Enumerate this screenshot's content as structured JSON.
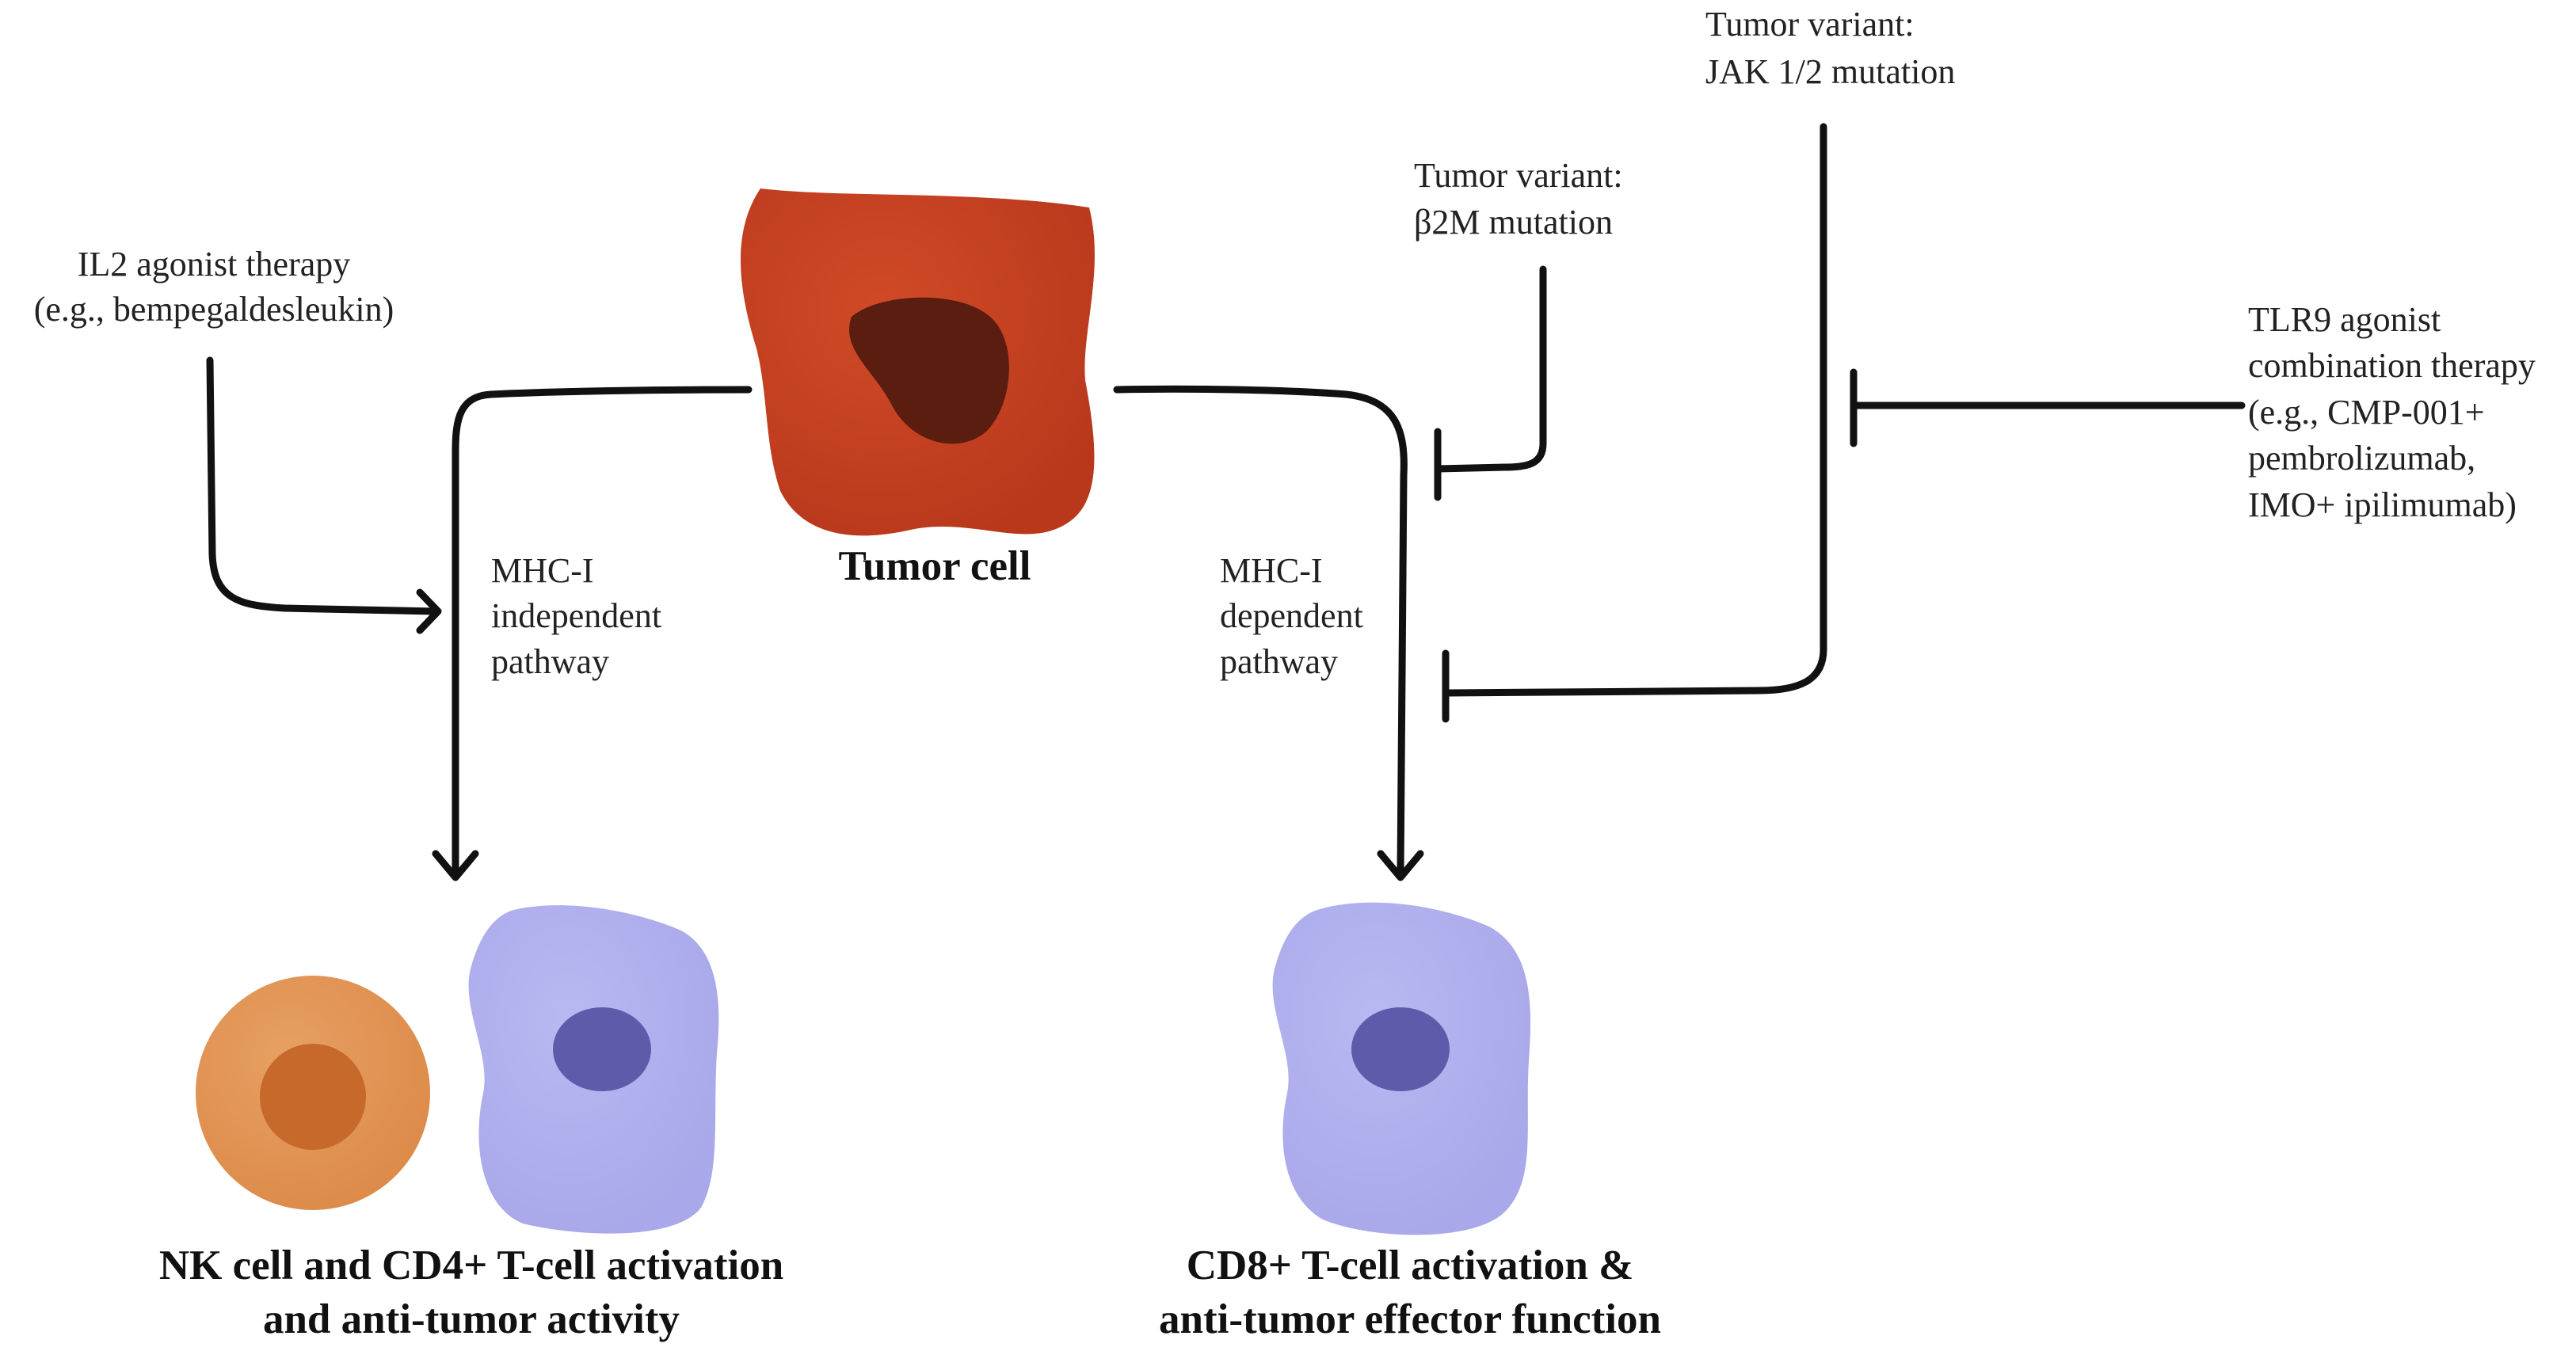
{
  "labels": {
    "il2_line1": "IL2 agonist therapy",
    "il2_line2": "(e.g., bempegaldesleukin)",
    "tumor_cell": "Tumor cell",
    "mhc_indep_1": "MHC-I",
    "mhc_indep_2": "independent",
    "mhc_indep_3": "pathway",
    "mhc_dep_1": "MHC-I",
    "mhc_dep_2": "dependent",
    "mhc_dep_3": "pathway",
    "b2m_1": "Tumor variant:",
    "b2m_2": "β2M mutation",
    "jak_1": "Tumor variant:",
    "jak_2": "JAK 1/2 mutation",
    "tlr9_1": "TLR9 agonist",
    "tlr9_2": "combination therapy",
    "tlr9_3": "(e.g., CMP-001+",
    "tlr9_4": "pembrolizumab,",
    "tlr9_5": "IMO+ ipilimumab)",
    "nk_1": "NK cell and CD4+ T-cell activation",
    "nk_2": "and anti-tumor activity",
    "cd8_1": "CD8+ T-cell activation &",
    "cd8_2": "anti-tumor effector function"
  },
  "colors": {
    "tumor_body": "#b9381c",
    "tumor_nucleus": "#5a1d0f",
    "nk_cell": "#dc8a48",
    "nk_nucleus": "#c6692a",
    "t_cell": "#a8a8ea",
    "t_nucleus": "#5e5caa",
    "line": "#111111"
  }
}
